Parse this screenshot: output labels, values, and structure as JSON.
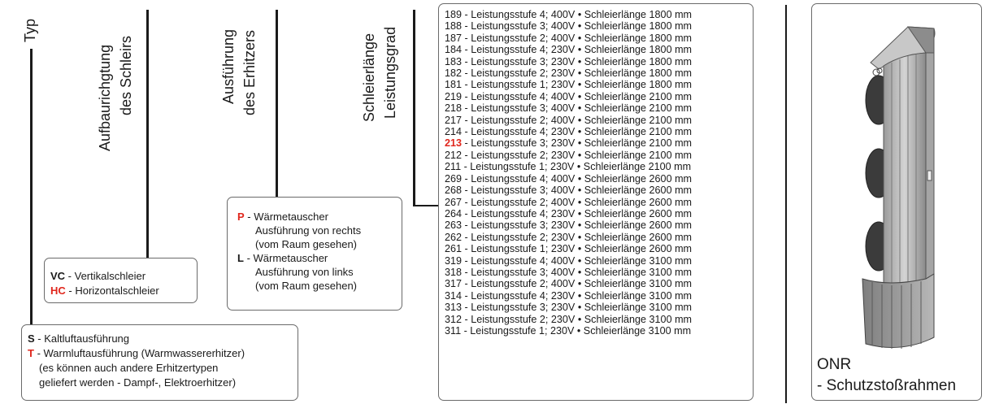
{
  "headers": {
    "typ": "Typ",
    "aufbau_1": "Aufbaurichgtung",
    "aufbau_2": "des Schleirs",
    "ausf_1": "Ausführung",
    "ausf_2": "des Erhitzers",
    "schl_1": "Schleierlänge",
    "schl_2": "Leistungsgrad"
  },
  "type_box": {
    "s_code": "S",
    "s_text": " - Kaltluftausführung",
    "t_code": "T",
    "t_text": " - Warmluftausführung (Warmwassererhitzer)",
    "t_line2": "(es können auch andere Erhitzertypen",
    "t_line3": "geliefert werden - Dampf-, Elektroerhitzer)"
  },
  "direction_box": {
    "vc_code": "VC",
    "vc_text": " - Vertikalschleier",
    "hc_code": "HC",
    "hc_text": " - Horizontalschleier"
  },
  "heater_box": {
    "p_code": "P",
    "p_text": " - Wärmetauscher",
    "p_line2": "Ausführung von rechts",
    "p_line3": "(vom Raum gesehen)",
    "l_code": "L",
    "l_text": " - Wärmetauscher",
    "l_line2": "Ausführung von links",
    "l_line3": "(vom Raum gesehen)"
  },
  "list": {
    "rows": [
      {
        "code": "189",
        "text": " - Leistungsstufe 4; 400V • Schleierlänge 1800 mm",
        "hl": false
      },
      {
        "code": "188",
        "text": " - Leistungsstufe 3; 400V • Schleierlänge 1800 mm",
        "hl": false
      },
      {
        "code": "187",
        "text": " - Leistungsstufe 2; 400V • Schleierlänge 1800 mm",
        "hl": false
      },
      {
        "code": "184",
        "text": " - Leistungsstufe 4; 230V • Schleierlänge 1800 mm",
        "hl": false
      },
      {
        "code": "183",
        "text": " - Leistungsstufe 3; 230V • Schleierlänge 1800 mm",
        "hl": false
      },
      {
        "code": "182",
        "text": " - Leistungsstufe 2; 230V • Schleierlänge 1800 mm",
        "hl": false
      },
      {
        "code": "181",
        "text": " - Leistungsstufe 1; 230V • Schleierlänge 1800 mm",
        "hl": false
      },
      {
        "code": "219",
        "text": " - Leistungsstufe 4; 400V • Schleierlänge 2100 mm",
        "hl": false
      },
      {
        "code": "218",
        "text": " - Leistungsstufe 3; 400V • Schleierlänge 2100 mm",
        "hl": false
      },
      {
        "code": "217",
        "text": " - Leistungsstufe 2; 400V • Schleierlänge 2100 mm",
        "hl": false
      },
      {
        "code": "214",
        "text": " - Leistungsstufe 4; 230V • Schleierlänge 2100 mm",
        "hl": false
      },
      {
        "code": "213",
        "text": "  - Leistungsstufe 3; 230V • Schleierlänge 2100 mm",
        "hl": true
      },
      {
        "code": "212",
        "text": " - Leistungsstufe 2; 230V • Schleierlänge 2100 mm",
        "hl": false
      },
      {
        "code": "211",
        "text": " - Leistungsstufe 1; 230V • Schleierlänge 2100 mm",
        "hl": false
      },
      {
        "code": "269",
        "text": " - Leistungsstufe 4; 400V • Schleierlänge 2600 mm",
        "hl": false
      },
      {
        "code": "268",
        "text": " - Leistungsstufe 3; 400V • Schleierlänge 2600 mm",
        "hl": false
      },
      {
        "code": "267",
        "text": " - Leistungsstufe 2; 400V • Schleierlänge 2600 mm",
        "hl": false
      },
      {
        "code": "264",
        "text": " - Leistungsstufe 4; 230V • Schleierlänge 2600 mm",
        "hl": false
      },
      {
        "code": "263",
        "text": " - Leistungsstufe 3; 230V • Schleierlänge 2600 mm",
        "hl": false
      },
      {
        "code": "262",
        "text": " - Leistungsstufe 2; 230V • Schleierlänge 2600 mm",
        "hl": false
      },
      {
        "code": "261",
        "text": " - Leistungsstufe 1; 230V • Schleierlänge 2600 mm",
        "hl": false
      },
      {
        "code": "319",
        "text": " - Leistungsstufe 4; 400V • Schleierlänge 3100 mm",
        "hl": false
      },
      {
        "code": "318",
        "text": " - Leistungsstufe 3; 400V • Schleierlänge 3100 mm",
        "hl": false
      },
      {
        "code": "317",
        "text": " - Leistungsstufe 2; 400V • Schleierlänge 3100 mm",
        "hl": false
      },
      {
        "code": "314",
        "text": " - Leistungsstufe 4; 230V • Schleierlänge 3100 mm",
        "hl": false
      },
      {
        "code": "313",
        "text": " - Leistungsstufe 3; 230V • Schleierlänge 3100 mm",
        "hl": false
      },
      {
        "code": "312",
        "text": " - Leistungsstufe 2; 230V • Schleierlänge 3100 mm",
        "hl": false
      },
      {
        "code": "311",
        "text": " - Leistungsstufe 1; 230V • Schleierlänge 3100 mm",
        "hl": false
      }
    ]
  },
  "option_box": {
    "cap1": "ONR",
    "cap2": "- Schutzstoßrahmen",
    "image_icon": "air-curtain-unit-drawing"
  },
  "colors": {
    "accent": "#e0261c",
    "text": "#1a1a1a",
    "border": "#6a6a6a"
  }
}
